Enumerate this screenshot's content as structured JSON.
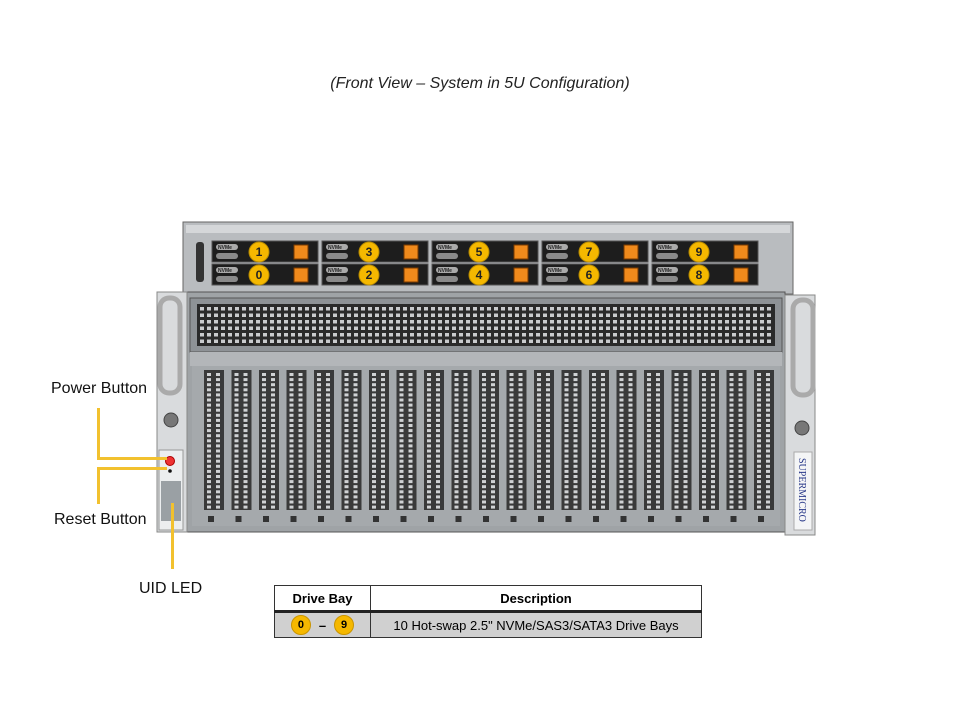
{
  "caption": "(Front View – System in 5U Configuration)",
  "callouts": {
    "power_button": "Power Button",
    "reset_button": "Reset Button",
    "uid_led": "UID LED"
  },
  "chassis": {
    "drive_bays": [
      {
        "top": "1",
        "bottom": "0"
      },
      {
        "top": "3",
        "bottom": "2"
      },
      {
        "top": "5",
        "bottom": "4"
      },
      {
        "top": "7",
        "bottom": "6"
      },
      {
        "top": "9",
        "bottom": "8"
      }
    ],
    "drive_badge": "NVMe",
    "brand": "SUPERMICRO"
  },
  "table": {
    "headers": [
      "Drive Bay",
      "Description"
    ],
    "rows": [
      {
        "from": "0",
        "dash": "–",
        "to": "9",
        "description": "10 Hot-swap 2.5\" NVMe/SAS3/SATA3 Drive Bays"
      }
    ]
  },
  "colors": {
    "callout": "#f2c12e",
    "badge": "#f5b800",
    "latch": "#f08a1c"
  }
}
